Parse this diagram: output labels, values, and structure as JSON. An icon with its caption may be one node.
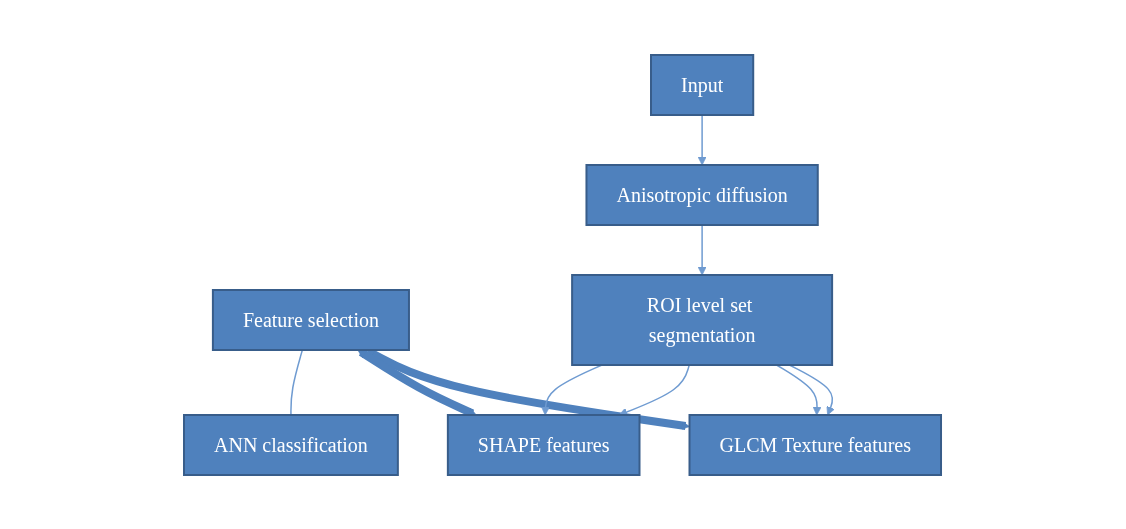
{
  "diagram": {
    "nodes": [
      {
        "text": [
          "Feature selection"
        ]
      },
      {
        "text": [
          "GLCM Texture features"
        ]
      },
      {
        "text": [
          "SHAPE features"
        ]
      },
      {
        "text": [
          "ANN classification"
        ]
      },
      {
        "text": [
          "ROI level set segmentation"
        ]
      },
      {
        "text": [
          "Anisotropic diffusion"
        ]
      },
      {
        "text": [
          "Input"
        ]
      }
    ],
    "edges": [
      {
        "from": 0,
        "to": 1,
        "arrow": "both",
        "style": "thick"
      },
      {
        "from": 0,
        "to": 2,
        "arrow": "both",
        "style": "thick"
      },
      {
        "from": 0,
        "to": 3,
        "arrow": "none"
      },
      {
        "from": 4,
        "to": 1,
        "arrow": "to"
      },
      {
        "from": 4,
        "to": 1,
        "arrow": "to"
      },
      {
        "from": 4,
        "to": 2,
        "arrow": "to"
      },
      {
        "from": 4,
        "to": 2,
        "arrow": "to"
      },
      {
        "from": 5,
        "to": 4,
        "arrow": "to"
      },
      {
        "from": 6,
        "to": 5,
        "arrow": "to"
      }
    ]
  }
}
